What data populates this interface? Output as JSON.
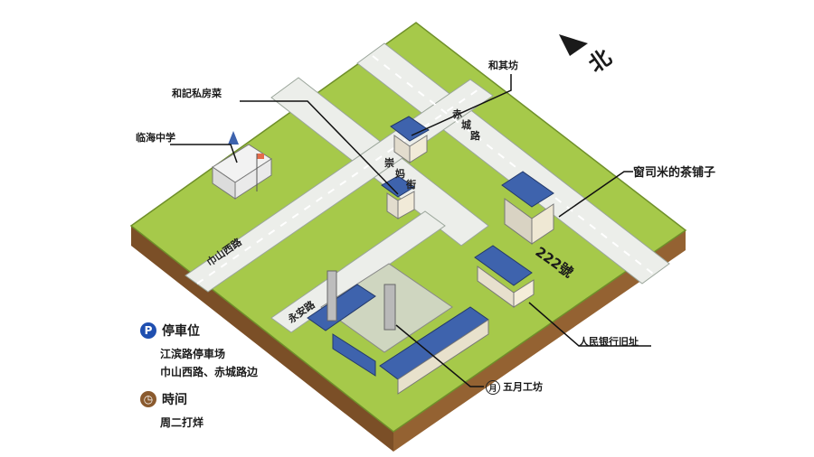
{
  "map": {
    "north_label": "北",
    "places": {
      "heji": "和記私房菜",
      "heqi": "和其坊",
      "linhai_school": "临海中学",
      "tea_shop": "窗司米的茶铺子",
      "address": "222號",
      "bank": "人民银行旧址",
      "wuyue": "五月工坊",
      "wuyue_marker": "月"
    },
    "roads": {
      "chicheng": [
        "赤",
        "城",
        "路"
      ],
      "chongmo": [
        "崇",
        "妈",
        "街"
      ],
      "jinshan": "巾山西路",
      "yongan": "永安路"
    },
    "colors": {
      "grass": "#a6c94a",
      "grass_dark": "#8fb03c",
      "road": "#e9ecea",
      "roof": "#3e63ad",
      "soil": "#8a5a2e"
    }
  },
  "legend": {
    "parking_title": "停車位",
    "parking_icon": "P",
    "parking_line1": "江滨路停車场",
    "parking_line2": "巾山西路、赤城路边",
    "time_title": "時间",
    "time_line1": "周二打烊"
  }
}
